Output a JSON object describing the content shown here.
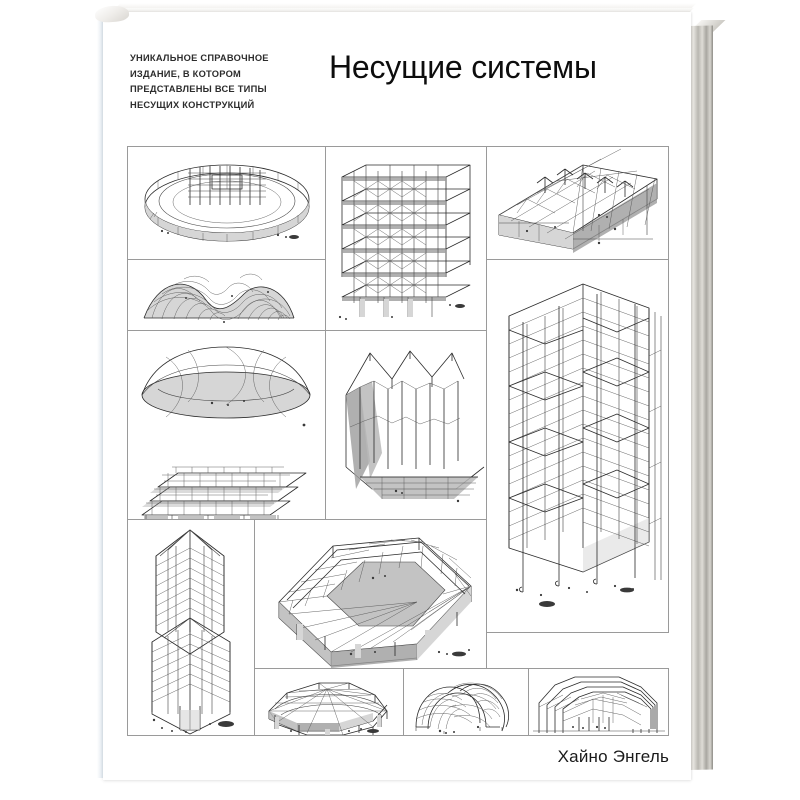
{
  "book": {
    "title": "Несущие системы",
    "author": "Хайно Энгель",
    "subtitle_lines": [
      "УНИКАЛЬНОЕ СПРАВОЧНОЕ",
      "ИЗДАНИЕ, В КОТОРОМ",
      "ПРЕДСТАВЛЕНЫ ВСЕ ТИПЫ",
      "НЕСУЩИХ КОНСТРУКЦИЙ"
    ],
    "cover_background": "#ffffff",
    "title_color": "#0d0d0d",
    "subtitle_color": "#2c2c2c",
    "panel_border_color": "#9a9a9a",
    "ink_color": "#2b2b2b"
  },
  "illustration_grid": {
    "panel_count": 12,
    "panels": [
      {
        "id": "p1",
        "name": "circular-ring-stadium",
        "caption": ""
      },
      {
        "id": "p2",
        "name": "hypar-shell-roof",
        "caption": ""
      },
      {
        "id": "p3",
        "name": "pneumatic-membrane-dome",
        "caption": ""
      },
      {
        "id": "p4",
        "name": "terraced-housing-frame",
        "caption": ""
      },
      {
        "id": "p5",
        "name": "slab-frame-highrise",
        "caption": ""
      },
      {
        "id": "p6",
        "name": "folded-plate-hall",
        "caption": ""
      },
      {
        "id": "p7",
        "name": "long-span-space-frame-hall",
        "caption": ""
      },
      {
        "id": "p8",
        "name": "tall-grid-frame-tower",
        "caption": ""
      },
      {
        "id": "p9",
        "name": "suspended-core-tower",
        "caption": ""
      },
      {
        "id": "p10",
        "name": "lattice-dome-stadium",
        "caption": ""
      },
      {
        "id": "p11",
        "name": "geodesic-ring-dome",
        "caption": ""
      },
      {
        "id": "p12",
        "name": "barrel-vault-shell",
        "caption": ""
      },
      {
        "id": "p13",
        "name": "arched-frame-hall",
        "caption": ""
      }
    ]
  }
}
